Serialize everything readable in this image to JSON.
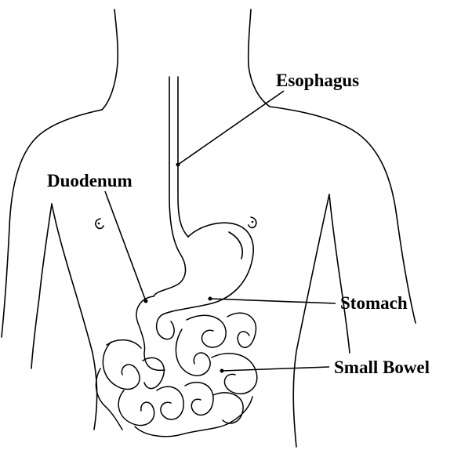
{
  "diagram": {
    "labels": {
      "esophagus": "Esophagus",
      "duodenum": "Duodenum",
      "stomach": "Stomach",
      "small_bowel": "Small Bowel"
    }
  }
}
